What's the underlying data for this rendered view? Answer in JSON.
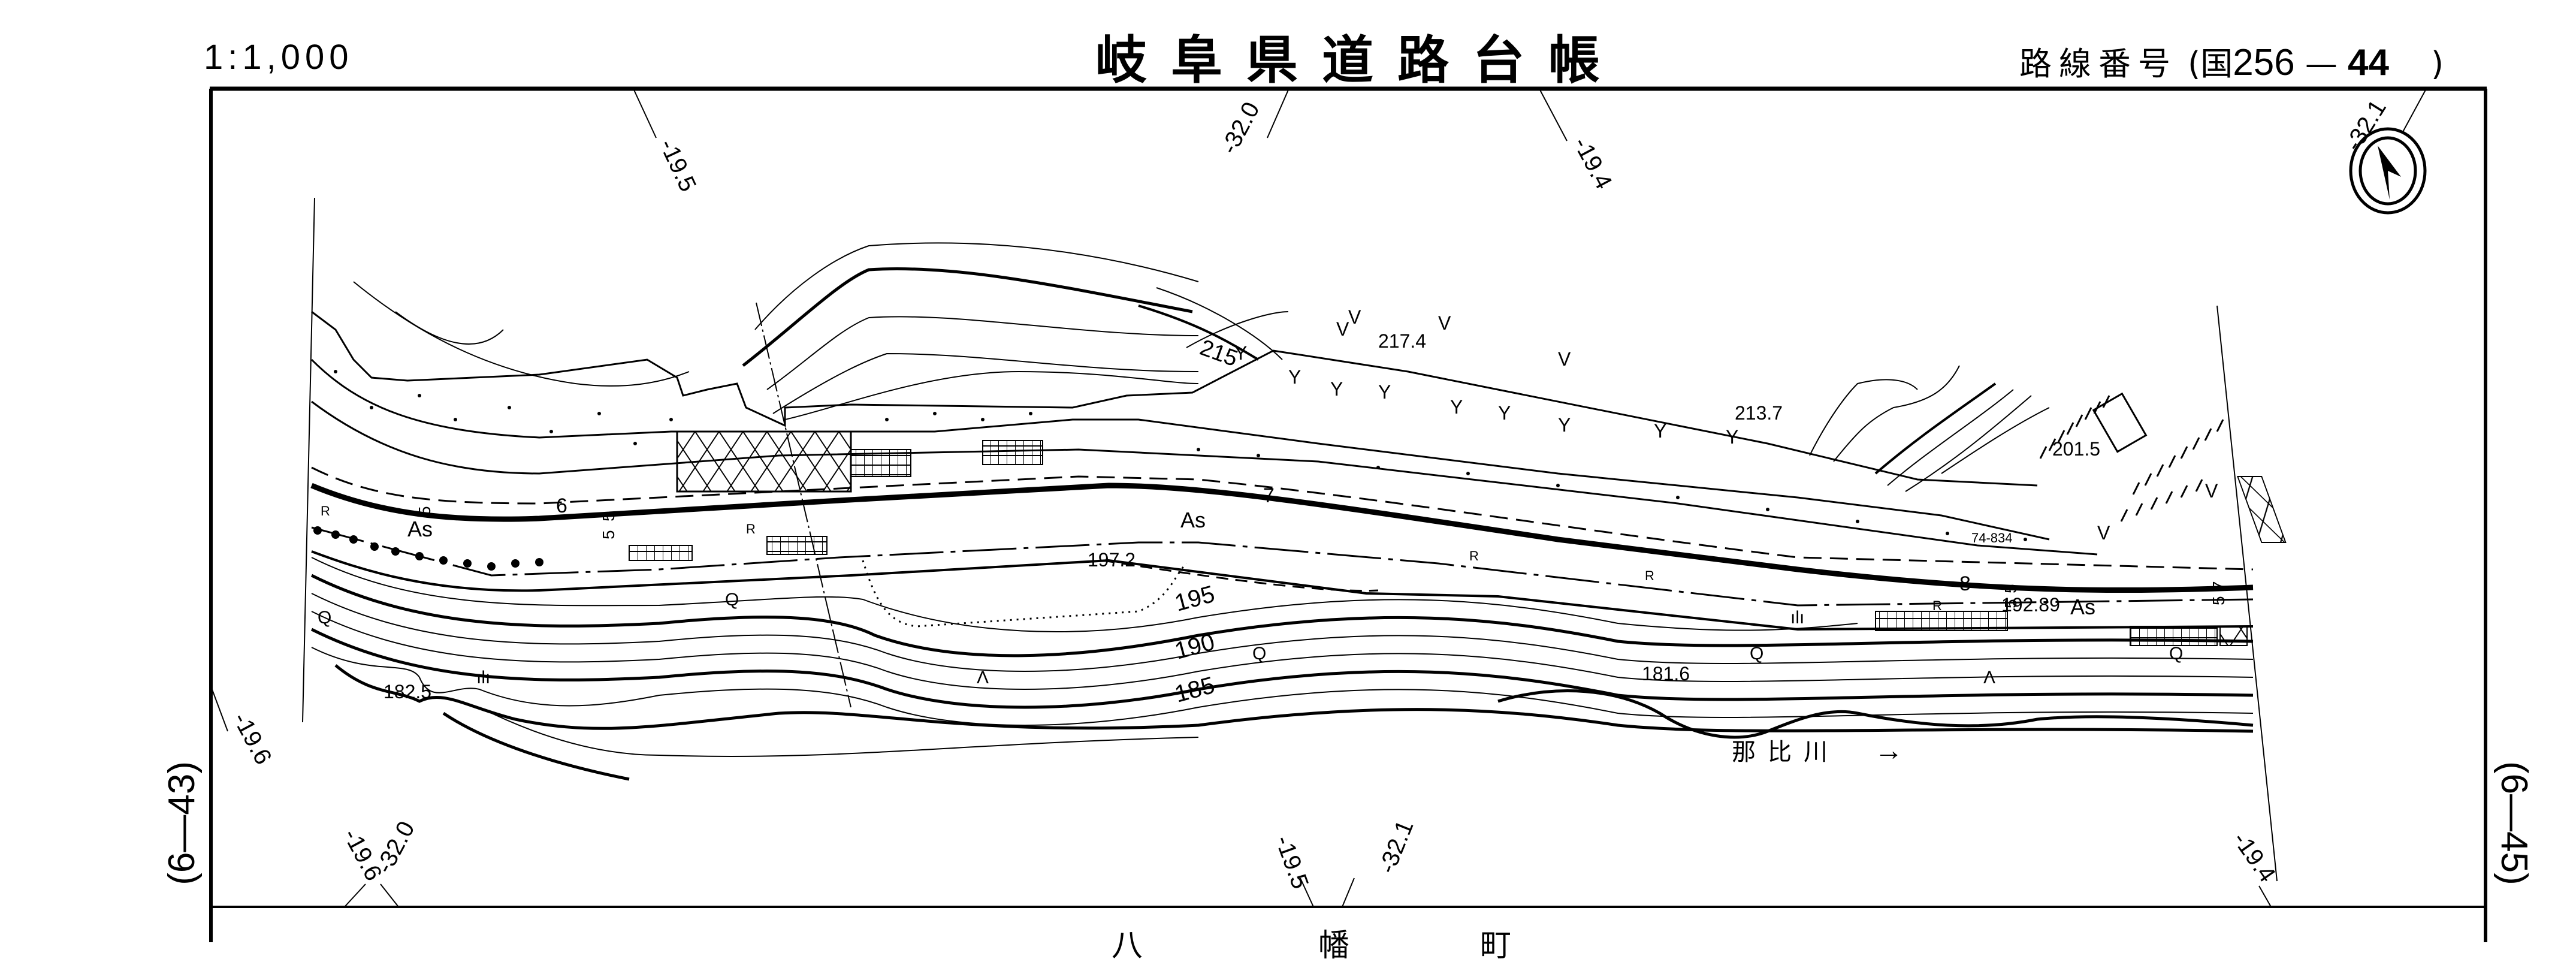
{
  "header": {
    "scale": "1:1,000",
    "title": "岐阜県道路台帳",
    "route_label": "路線番号",
    "route_open": "(",
    "route_prefix": "国",
    "route_number": "256",
    "route_dash": "—",
    "route_sheet": "44",
    "route_close": ")"
  },
  "adjacent_sheets": {
    "left": "(6—43)",
    "right": "(6—45)"
  },
  "footer": {
    "municipality_chars": [
      "八",
      "幡",
      "町"
    ]
  },
  "north_arrow": {
    "icon": "north-arrow-icon"
  },
  "map": {
    "grid_labels": {
      "top": [
        "-19.5",
        "-32.0",
        "-19.4",
        "-32.1"
      ],
      "bottom": [
        "-19.6",
        "-32.0",
        "-19.5",
        "-32.1",
        "-19.4"
      ],
      "left": [
        "-19.6"
      ]
    },
    "contour_labels": [
      "215",
      "195",
      "190",
      "185"
    ],
    "spot_heights": [
      "217.4",
      "213.7",
      "201.5",
      "197.2",
      "192.89",
      "182.5",
      "181.6"
    ],
    "station_numbers": [
      "6",
      "7",
      "8"
    ],
    "width_marks": [
      "5",
      "6",
      "5",
      "5",
      "5",
      "5",
      "7",
      "5"
    ],
    "surface_labels": [
      "As",
      "As",
      "As"
    ],
    "rail_labels": [
      "R",
      "R",
      "R",
      "R",
      "R"
    ],
    "benchmark": "74-834",
    "river_name": "那比川",
    "river_arrow": "→"
  }
}
